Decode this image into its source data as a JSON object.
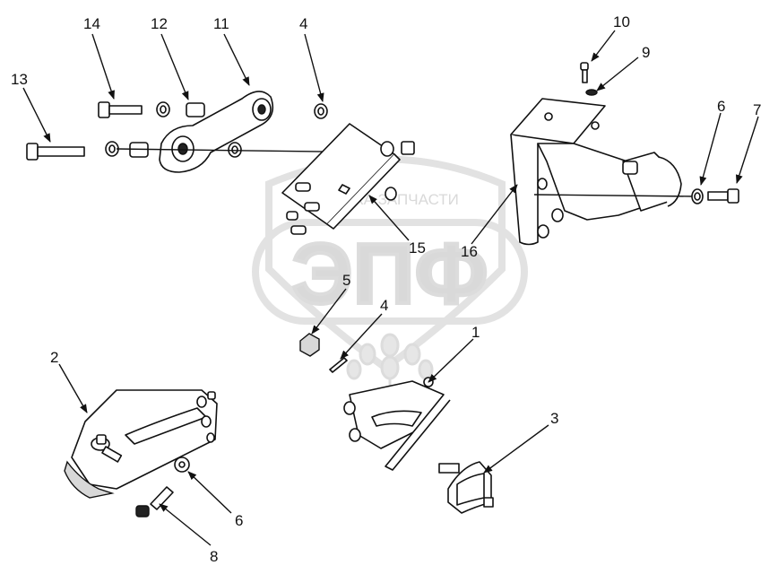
{
  "diagram": {
    "callouts": [
      {
        "id": "c14",
        "text": "14"
      },
      {
        "id": "c12",
        "text": "12"
      },
      {
        "id": "c11",
        "text": "11"
      },
      {
        "id": "c4a",
        "text": "4"
      },
      {
        "id": "c13",
        "text": "13"
      },
      {
        "id": "c15",
        "text": "15"
      },
      {
        "id": "c16",
        "text": "16"
      },
      {
        "id": "c10",
        "text": "10"
      },
      {
        "id": "c9",
        "text": "9"
      },
      {
        "id": "c6a",
        "text": "6"
      },
      {
        "id": "c7",
        "text": "7"
      },
      {
        "id": "c5",
        "text": "5"
      },
      {
        "id": "c4b",
        "text": "4"
      },
      {
        "id": "c1",
        "text": "1"
      },
      {
        "id": "c2",
        "text": "2"
      },
      {
        "id": "c3",
        "text": "3"
      },
      {
        "id": "c6b",
        "text": "6"
      },
      {
        "id": "c8",
        "text": "8"
      }
    ]
  },
  "watermark": {
    "tagline": "ТЕХНИКА  ЗАПЧАСТИ",
    "logo": "ЭПФ"
  }
}
